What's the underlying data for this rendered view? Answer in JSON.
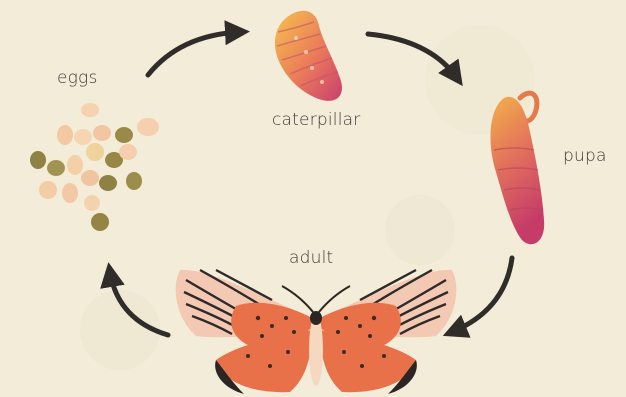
{
  "diagram": {
    "stages": [
      {
        "id": "eggs",
        "label": "eggs"
      },
      {
        "id": "caterpillar",
        "label": "caterpillar"
      },
      {
        "id": "pupa",
        "label": "pupa"
      },
      {
        "id": "adult",
        "label": "adult"
      }
    ]
  },
  "colors": {
    "background": "#f2ecd9",
    "arrow": "#2f2c2a",
    "egg_cream": "#f3c9a2",
    "egg_olive": "#9a8a4a",
    "wing_orange": "#e8714a",
    "wing_pink": "#f4c9b3",
    "caterpillar_yellow": "#f2b34a",
    "caterpillar_pink": "#d2486a"
  }
}
